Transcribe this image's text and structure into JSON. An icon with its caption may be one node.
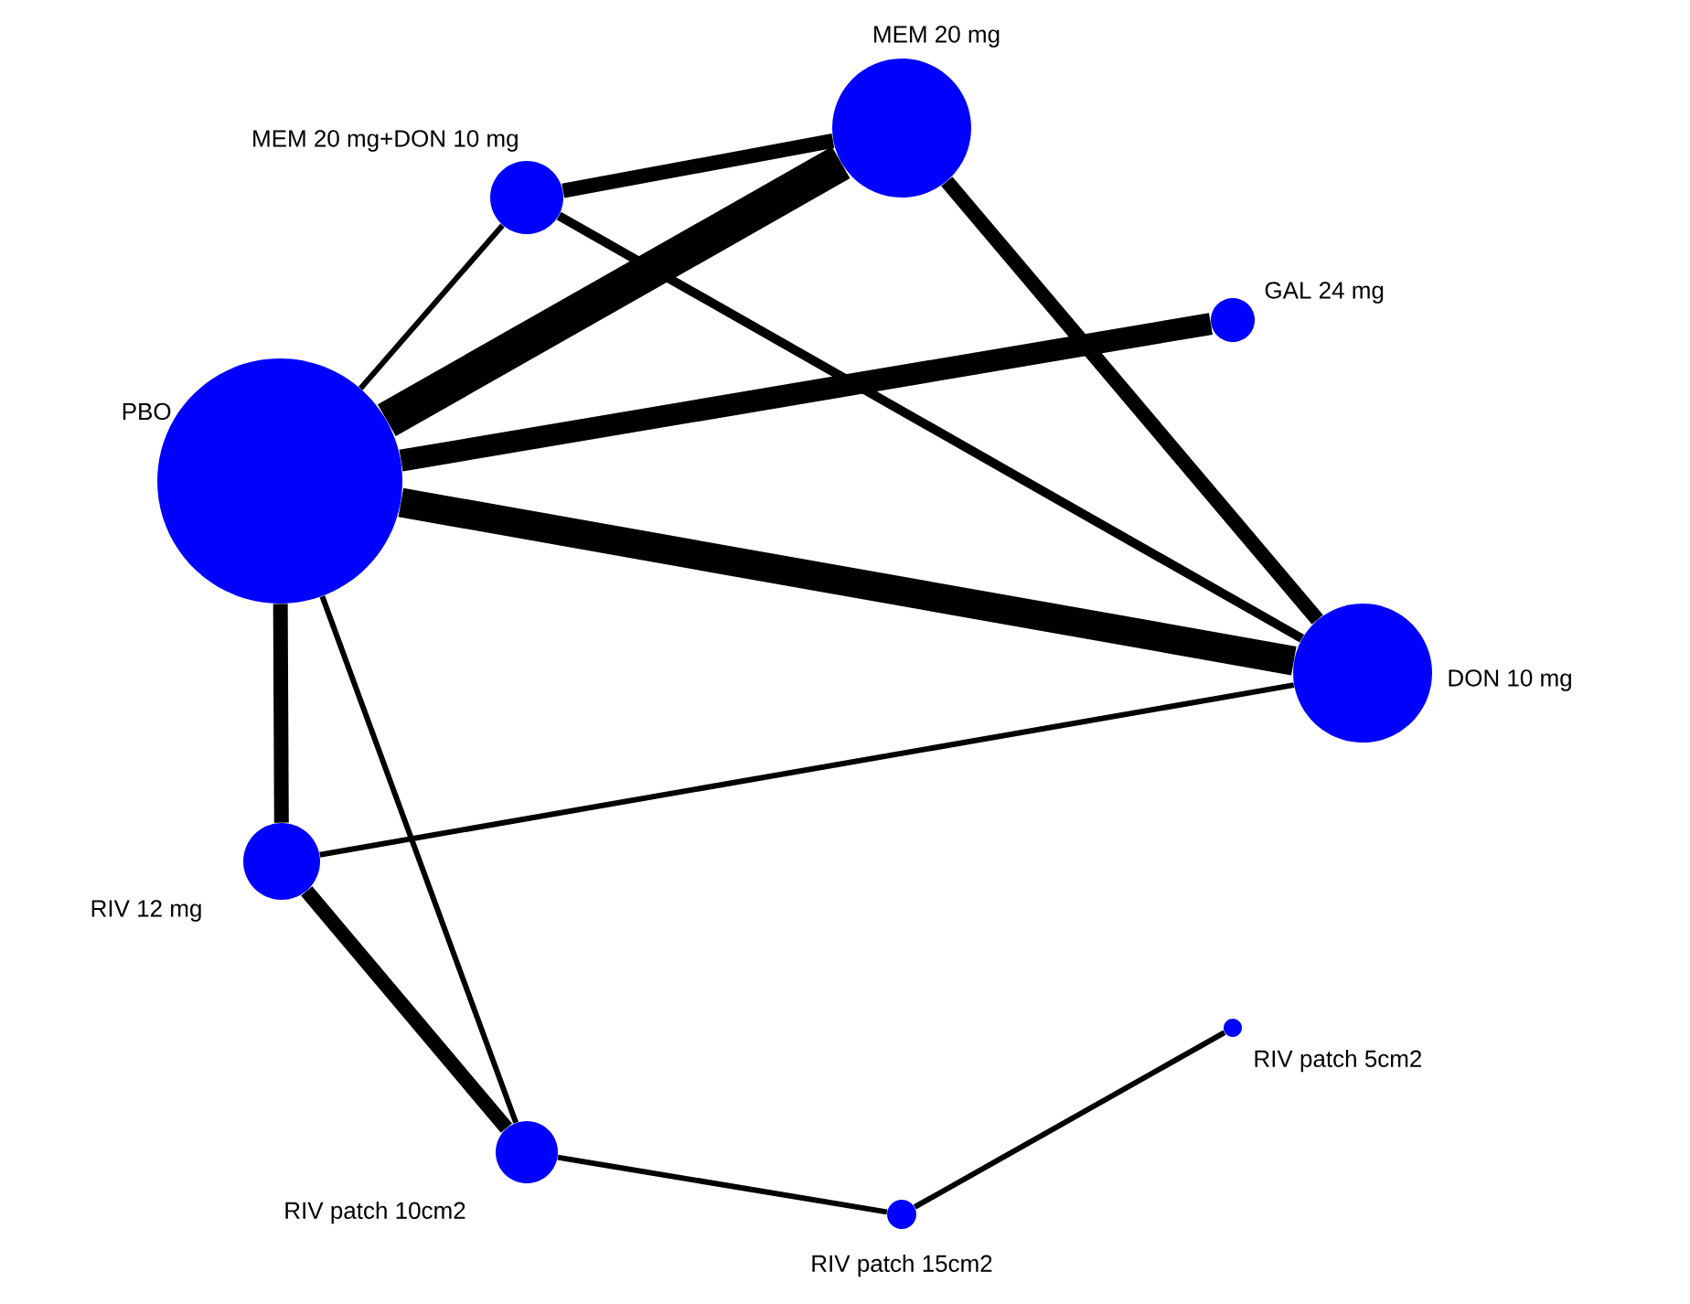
{
  "diagram": {
    "nodes": [
      {
        "text": [],
        "shape": "circle",
        "beside": [
          "MEM 20 mg+DON 10 mg"
        ]
      },
      {
        "text": [],
        "shape": "circle",
        "beside": [
          "MEM 20 mg"
        ]
      },
      {
        "text": [],
        "shape": "circle",
        "beside": [
          "GAL 24 mg"
        ]
      },
      {
        "text": [],
        "shape": "circle",
        "beside": [
          "PBO"
        ]
      },
      {
        "text": [],
        "shape": "circle",
        "beside": [
          "DON 10 mg"
        ]
      },
      {
        "text": [],
        "shape": "circle",
        "beside": [
          "RIV 12 mg"
        ]
      },
      {
        "text": [],
        "shape": "circle",
        "beside": [
          "RIV patch 10cm2"
        ]
      },
      {
        "text": [],
        "shape": "circle",
        "beside": [
          "RIV patch 15cm2"
        ]
      },
      {
        "text": [],
        "shape": "circle",
        "beside": [
          "RIV patch 5cm2"
        ]
      }
    ],
    "edges": [
      {
        "from": 3,
        "to": 1,
        "arrow": "none",
        "style": "thick"
      },
      {
        "from": 3,
        "to": 4,
        "arrow": "none",
        "style": "thick"
      },
      {
        "from": 3,
        "to": 2,
        "arrow": "none"
      },
      {
        "from": 3,
        "to": 0,
        "arrow": "none"
      },
      {
        "from": 0,
        "to": 1,
        "arrow": "none"
      },
      {
        "from": 0,
        "to": 4,
        "arrow": "none"
      },
      {
        "from": 1,
        "to": 4,
        "arrow": "none"
      },
      {
        "from": 3,
        "to": 5,
        "arrow": "none"
      },
      {
        "from": 3,
        "to": 6,
        "arrow": "none"
      },
      {
        "from": 5,
        "to": 4,
        "arrow": "none"
      },
      {
        "from": 5,
        "to": 6,
        "arrow": "none"
      },
      {
        "from": 6,
        "to": 7,
        "arrow": "none"
      },
      {
        "from": 7,
        "to": 8,
        "arrow": "none"
      }
    ]
  }
}
